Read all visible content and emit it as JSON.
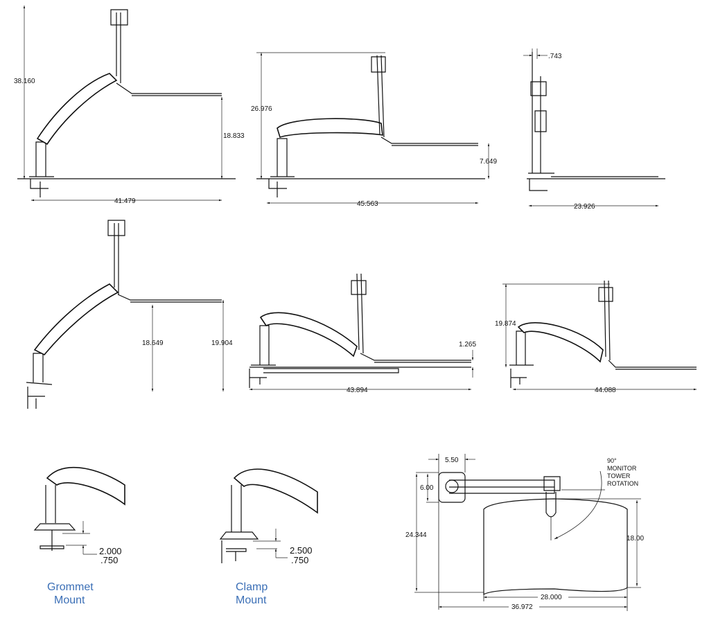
{
  "views": {
    "v1": {
      "height": "38.160",
      "tray_height": "18.833",
      "reach": "41.479"
    },
    "v2": {
      "height": "26.976",
      "tray_height": "7.649",
      "reach": "45.563"
    },
    "v3": {
      "offset": ".743",
      "reach": "23.926"
    },
    "v4": {
      "height_a": "18.649",
      "height_b": "19.904"
    },
    "v5": {
      "drop": "1.265",
      "reach": "43.894"
    },
    "v6": {
      "height": "19.874",
      "reach": "44.088"
    }
  },
  "mounts": {
    "grommet": {
      "label_line1": "Grommet",
      "label_line2": "Mount",
      "dim_a": "2.000",
      "dim_b": ".750"
    },
    "clamp": {
      "label_line1": "Clamp",
      "label_line2": "Mount",
      "dim_a": "2.500",
      "dim_b": ".750"
    }
  },
  "plan": {
    "base_width": "5.50",
    "base_depth": "6.00",
    "total_depth": "24.344",
    "tray_depth": "18.00",
    "tray_width": "28.000",
    "total_width": "36.972",
    "rotation_note": [
      "90°",
      "MONITOR",
      "TOWER",
      "ROTATION"
    ]
  },
  "colors": {
    "caption": "#3b6fb6",
    "line": "#111111"
  }
}
